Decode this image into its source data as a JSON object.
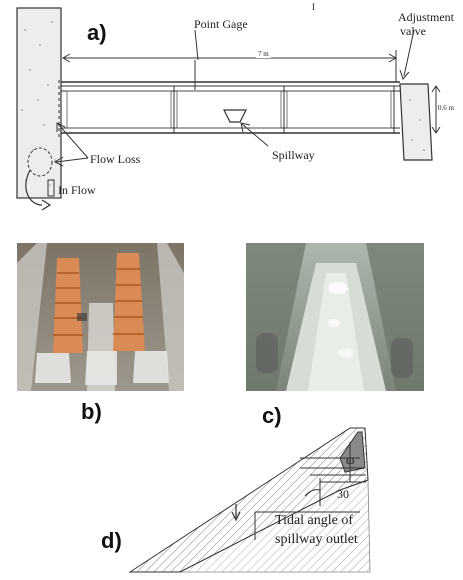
{
  "panels": {
    "a": {
      "label": "a)",
      "texts": {
        "point_gage": "Point Gage",
        "adjustment": "Adjustment",
        "valve": "valve",
        "length": "7 m",
        "height": "0.6 m",
        "flow_loss": "Flow Loss",
        "spillway": "Spillway",
        "in_flow": "In Flow",
        "tick_mark": "I"
      }
    },
    "b": {
      "label": "b)"
    },
    "c": {
      "label": "c)"
    },
    "d": {
      "label": "d)",
      "texts": {
        "angle_value": "30",
        "omega": "ω",
        "tidal_line1": "Tidal angle of",
        "tidal_line2": "spillway outlet"
      }
    }
  },
  "colors": {
    "line": "#333333",
    "concrete": "#ececec",
    "photo_b_orange": "#d98a55",
    "photo_c_water": "#c9d3c8"
  }
}
